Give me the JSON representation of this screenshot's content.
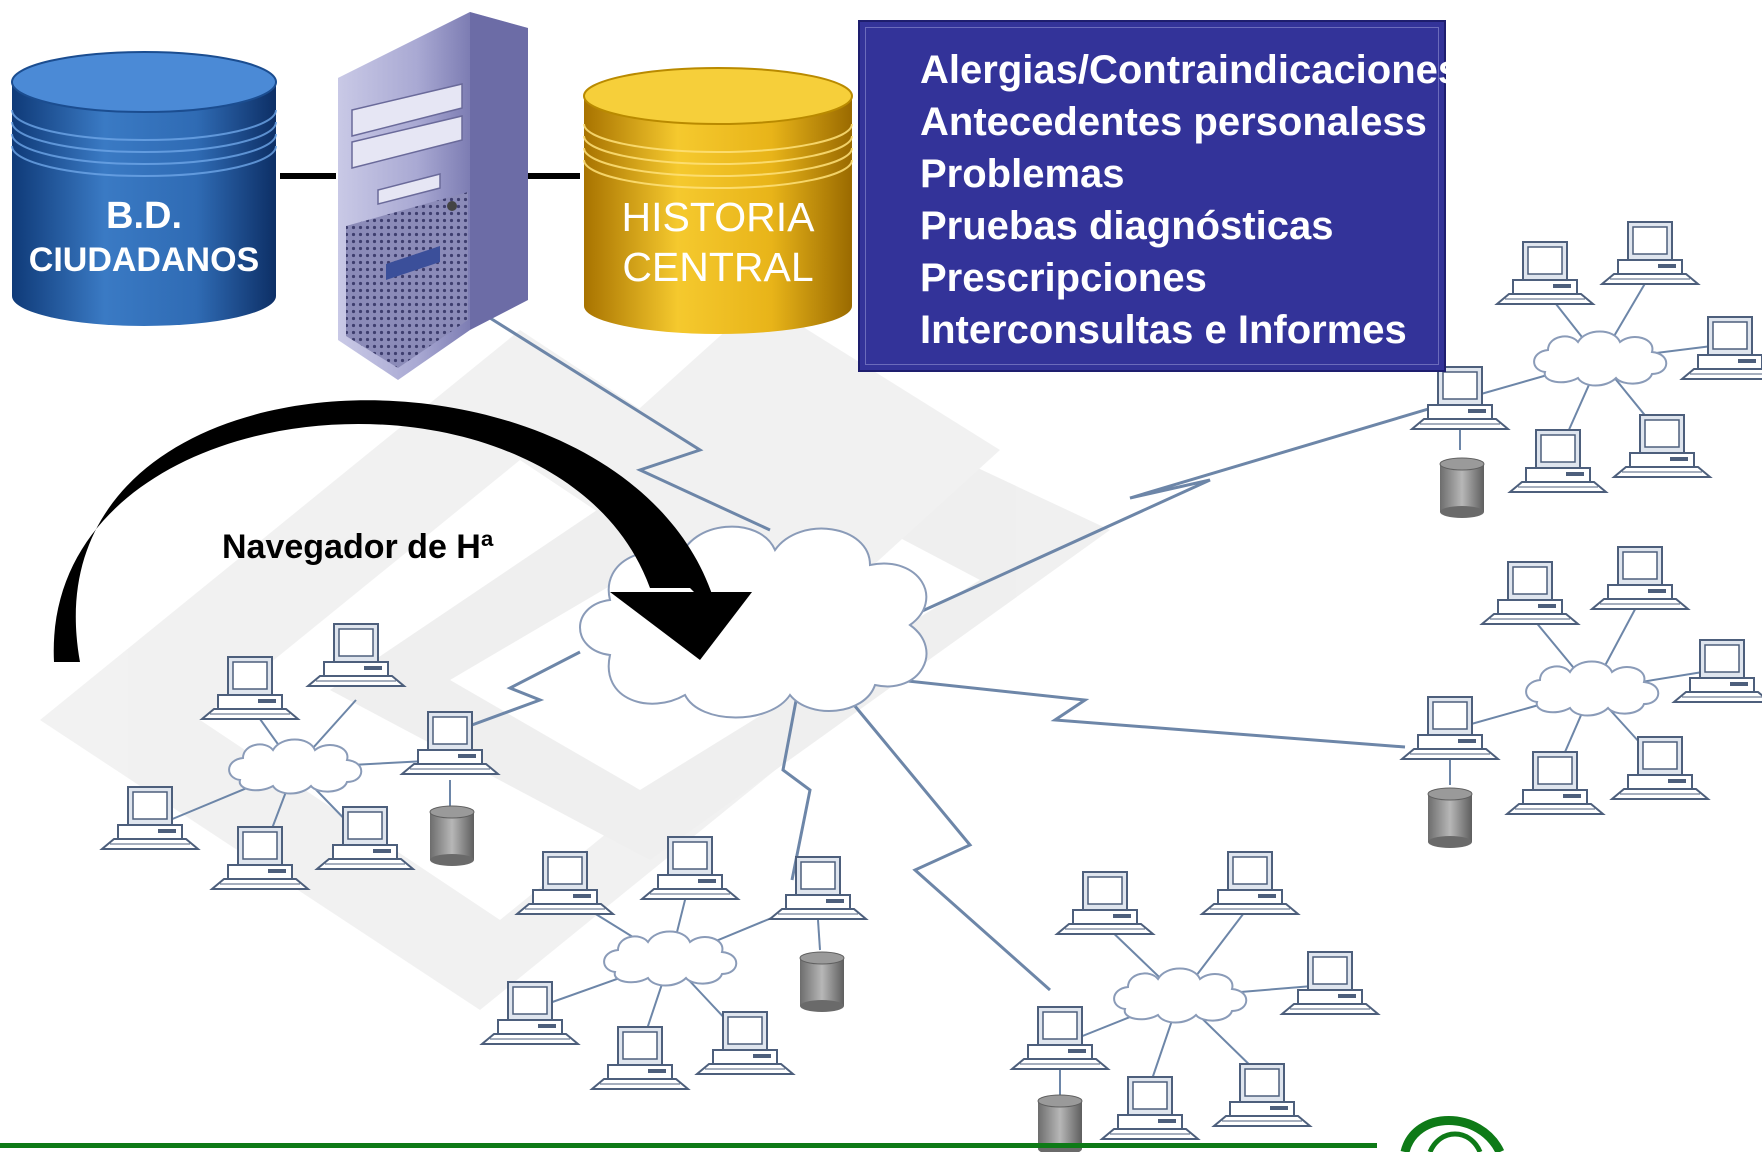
{
  "database": {
    "line1": "B.D.",
    "line2": "CIUDADANOS",
    "color": "#2c63a8"
  },
  "history_db": {
    "line1": "HISTORIA",
    "line2": "CENTRAL",
    "color": "#e8b419"
  },
  "info_box": {
    "color": "#333399",
    "items": [
      "Alergias/Contraindicaciones",
      "Antecedentes personaless",
      "Problemas",
      "Pruebas diagnósticas",
      "Prescripciones",
      "Interconsultas e Informes"
    ]
  },
  "browser_label": "Navegador de Hª",
  "colors": {
    "network_line": "#6d86a8",
    "cloud_stroke": "#8a9bb8",
    "arrow": "#000000",
    "footer_line": "#0e7a17"
  },
  "icons": [
    "database-icon",
    "server-icon",
    "cloud-icon",
    "computer-icon",
    "storage-icon",
    "curved-arrow-icon",
    "logo-icon"
  ]
}
